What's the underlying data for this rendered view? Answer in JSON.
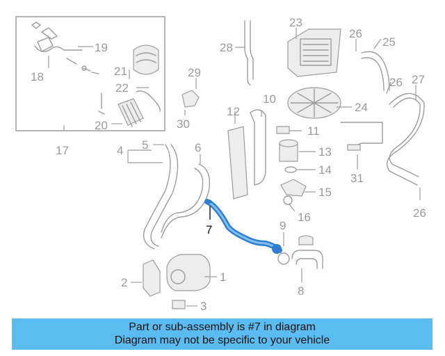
{
  "callouts": {
    "c1": "1",
    "c2": "2",
    "c3": "3",
    "c4": "4",
    "c5": "5",
    "c6": "6",
    "c7": "7",
    "c8": "8",
    "c9": "9",
    "c10": "10",
    "c11": "11",
    "c12": "12",
    "c13": "13",
    "c14": "14",
    "c15": "15",
    "c16": "16",
    "c17": "17",
    "c18": "18",
    "c19": "19",
    "c20": "20",
    "c21": "21",
    "c22": "22",
    "c23": "23",
    "c24": "24",
    "c25": "25",
    "c26a": "26",
    "c26b": "26",
    "c26c": "26",
    "c27": "27",
    "c28": "28",
    "c29": "29",
    "c30": "30",
    "c31": "31"
  },
  "highlight": {
    "part_number": "7",
    "color": "#2f7fd0"
  },
  "banner": {
    "line1": "Part or sub-assembly is #7 in diagram",
    "line2": "Diagram may not be specific to your vehicle",
    "background": "#5bbcf2"
  }
}
